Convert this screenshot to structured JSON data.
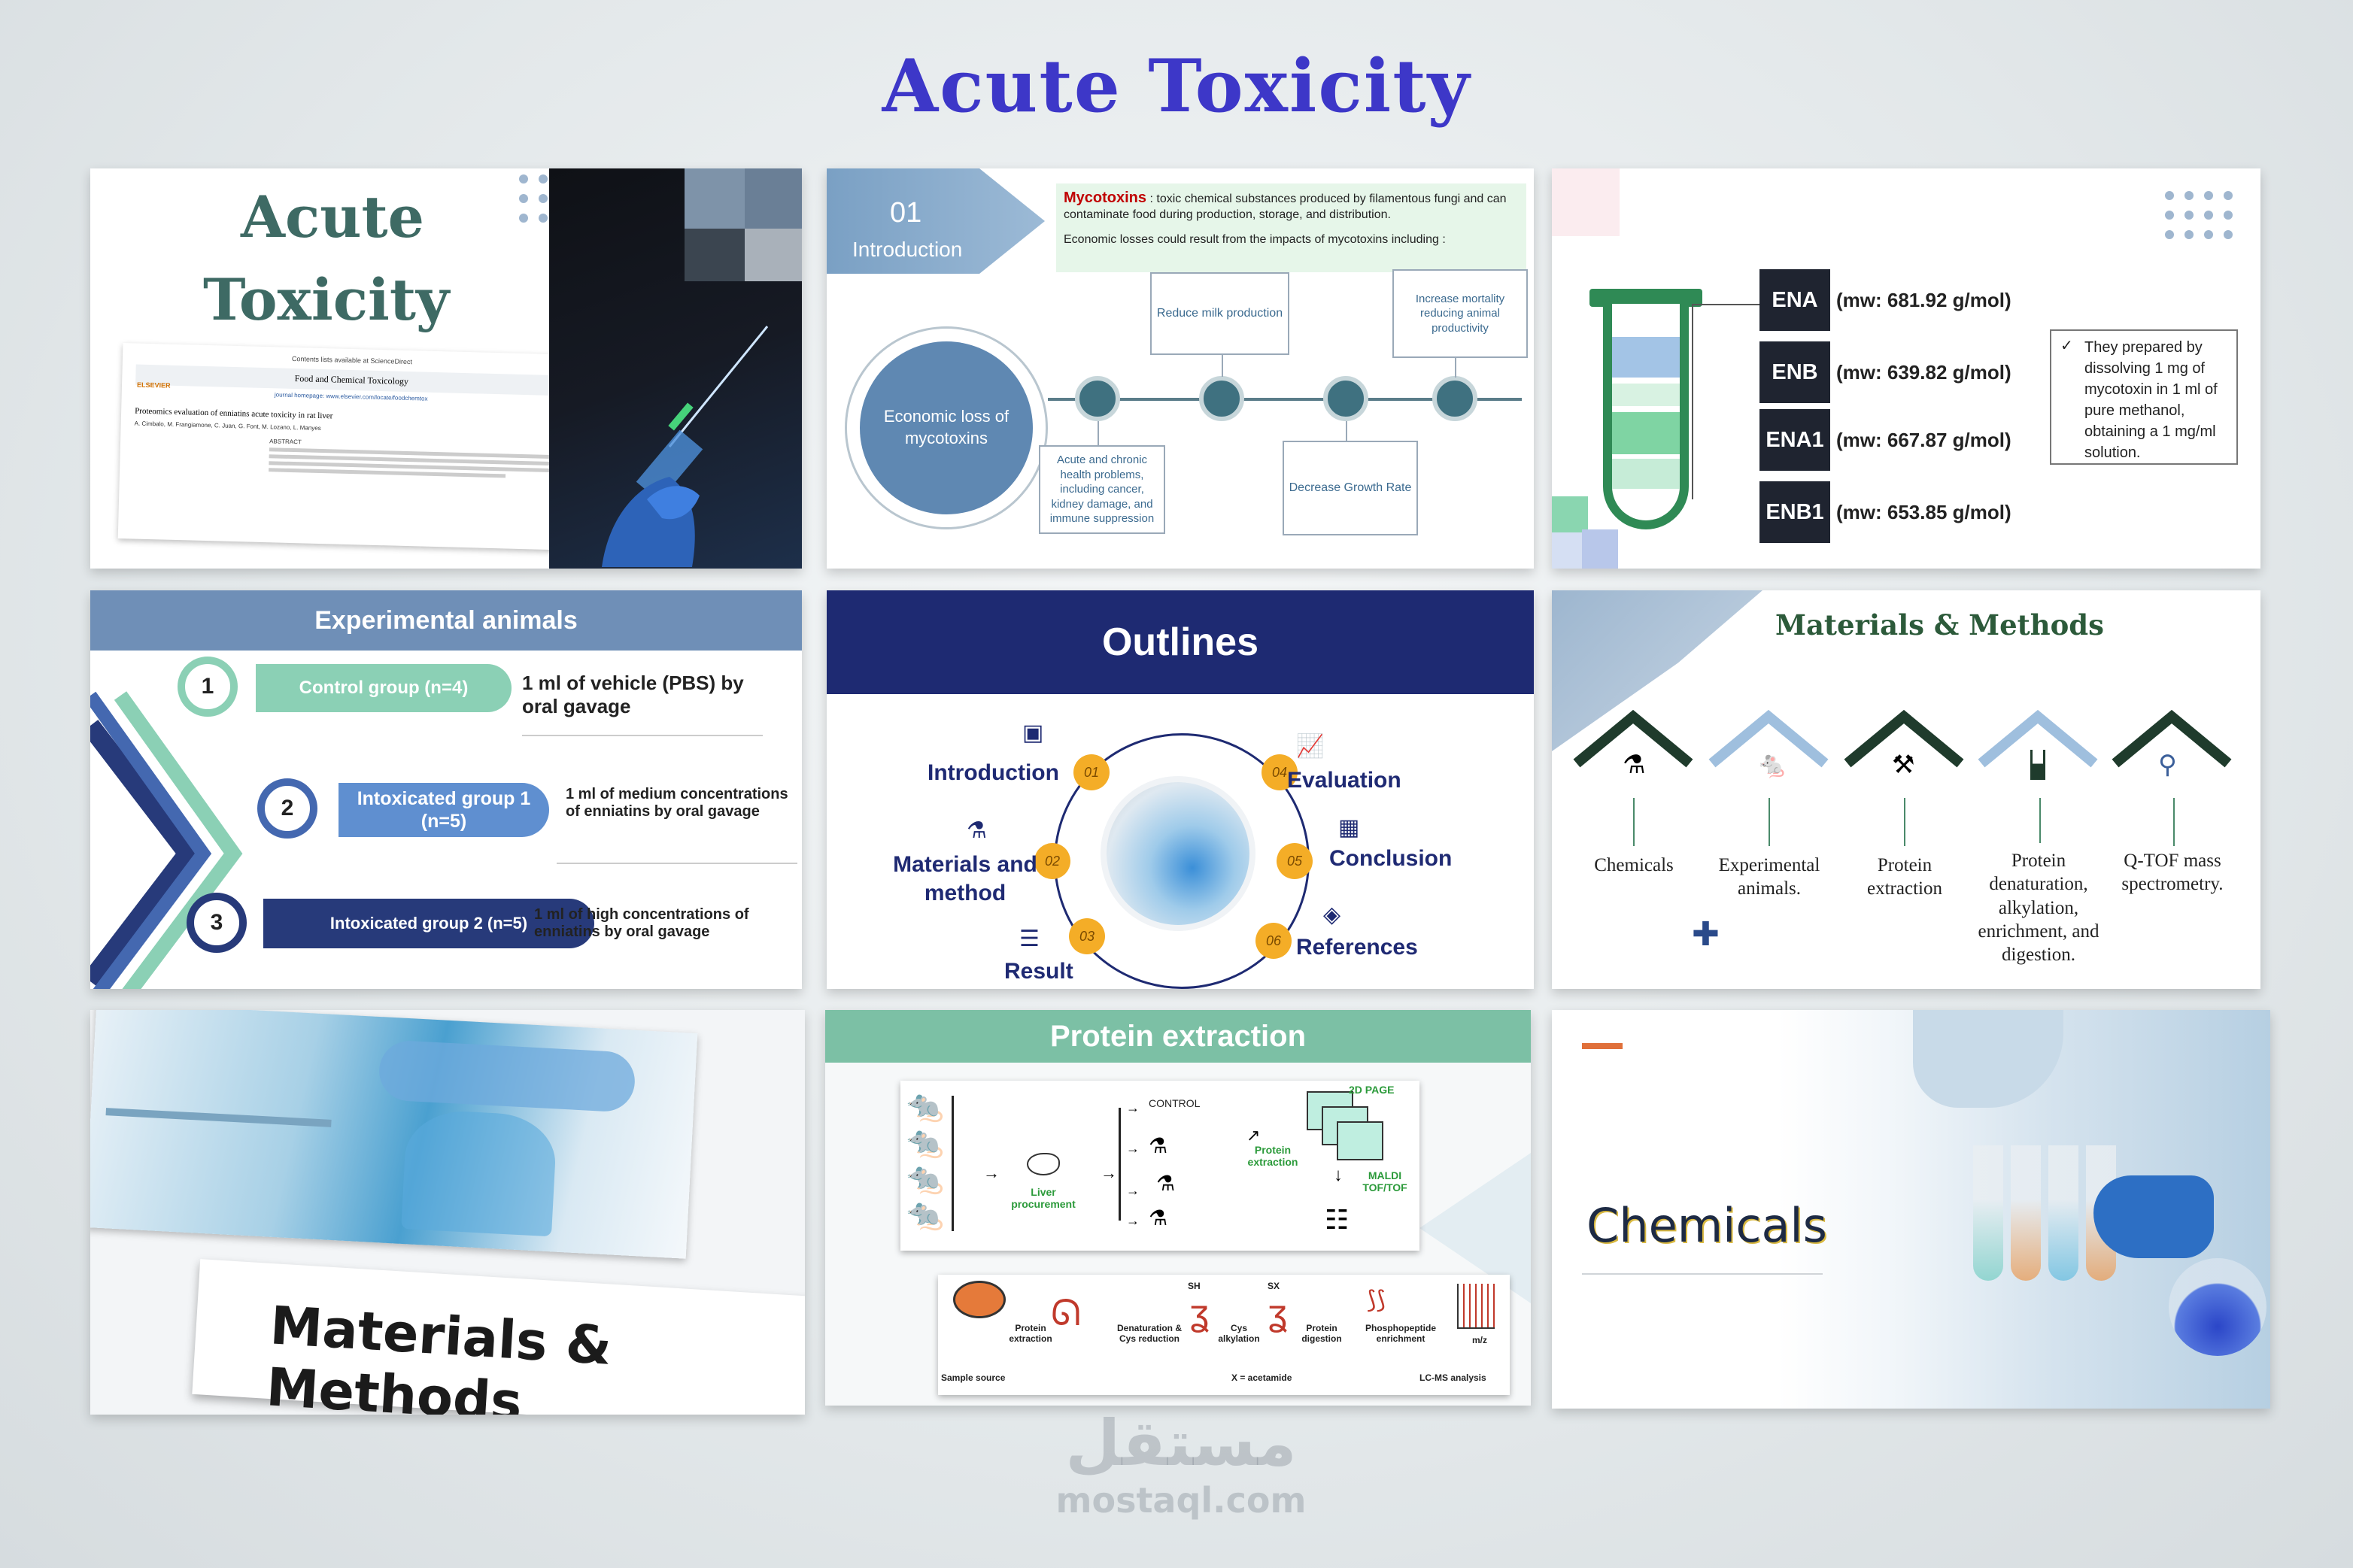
{
  "title": "Acute Toxicity",
  "slide1": {
    "title_line1": "Acute",
    "title_line2": "Toxicity",
    "journal_top": "Food and Chemical Toxicology",
    "journal_header": "Contents lists available at ScienceDirect",
    "journal_home": "journal homepage: www.elsevier.com/locate/foodchemtox",
    "publisher": "ELSEVIER",
    "paper_title": "Proteomics evaluation of enniatins acute toxicity in rat liver",
    "authors": "A. Cimbalo, M. Frangiamone, C. Juan, G. Font, M. Lozano, L. Manyes",
    "abstract_label": "ABSTRACT"
  },
  "slide2": {
    "number": "01",
    "section": "Introduction",
    "myco_term": "Mycotoxins",
    "myco_def": ": toxic chemical substances produced by filamentous fungi and can contaminate food during production, storage, and distribution.",
    "econ_line": "Economic losses could result from the impacts of mycotoxins including :",
    "center": "Economic loss of mycotoxins",
    "box_milk": "Reduce milk production",
    "box_mortality": "Increase mortality reducing animal productivity",
    "box_health": "Acute and chronic health problems, including cancer, kidney damage, and immune suppression",
    "box_growth": "Decrease Growth Rate"
  },
  "slide3": {
    "items": [
      {
        "name": "ENA",
        "mw": "(mw: 681.92 g/mol)"
      },
      {
        "name": "ENB",
        "mw": "(mw: 639.82 g/mol)"
      },
      {
        "name": "ENA1",
        "mw": "(mw: 667.87 g/mol)"
      },
      {
        "name": "ENB1",
        "mw": "(mw: 653.85 g/mol)"
      }
    ],
    "note": "They prepared by dissolving 1 mg of mycotoxin in 1 ml of pure methanol, obtaining a 1 mg/ml solution."
  },
  "slide4": {
    "title": "Experimental animals",
    "groups": [
      {
        "num": "1",
        "label": "Control group (n=4)",
        "desc": "1 ml of vehicle (PBS) by oral gavage"
      },
      {
        "num": "2",
        "label": "Intoxicated group 1 (n=5)",
        "desc": "1 ml of medium concentrations of enniatins by oral gavage"
      },
      {
        "num": "3",
        "label": "Intoxicated group 2 (n=5)",
        "desc": "1 ml of high concentrations of enniatins by oral gavage"
      }
    ]
  },
  "slide5": {
    "title": "Outlines",
    "items": [
      {
        "num": "01",
        "label": "Introduction"
      },
      {
        "num": "02",
        "label": "Materials and method"
      },
      {
        "num": "03",
        "label": "Result"
      },
      {
        "num": "04",
        "label": "Evaluation"
      },
      {
        "num": "05",
        "label": "Conclusion"
      },
      {
        "num": "06",
        "label": "References"
      }
    ]
  },
  "slide6": {
    "title": "Materials & Methods",
    "items": [
      "Chemicals",
      "Experimental animals.",
      "Protein extraction",
      "Protein denaturation, alkylation, enrichment, and digestion.",
      "Q-TOF mass spectrometry."
    ]
  },
  "slide7": {
    "title": "Materials & Methods"
  },
  "slide8": {
    "title": "Protein extraction",
    "control": "CONTROL",
    "liver": "Liver procurement",
    "protein_extraction": "Protein extraction",
    "page2d": "2D PAGE",
    "maldi": "MALDI TOF/TOF",
    "steps": [
      "Protein extraction",
      "Denaturation & Cys reduction",
      "Cys alkylation",
      "Protein digestion",
      "Phosphopeptide enrichment"
    ],
    "sample": "Sample source",
    "acetamide": "X = acetamide",
    "lcms": "LC-MS analysis",
    "mz": "m/z",
    "sh": "SH",
    "sx": "SX"
  },
  "slide9": {
    "title": "Chemicals"
  },
  "watermark": {
    "arabic": "مستقل",
    "site": "mostaql.com"
  }
}
